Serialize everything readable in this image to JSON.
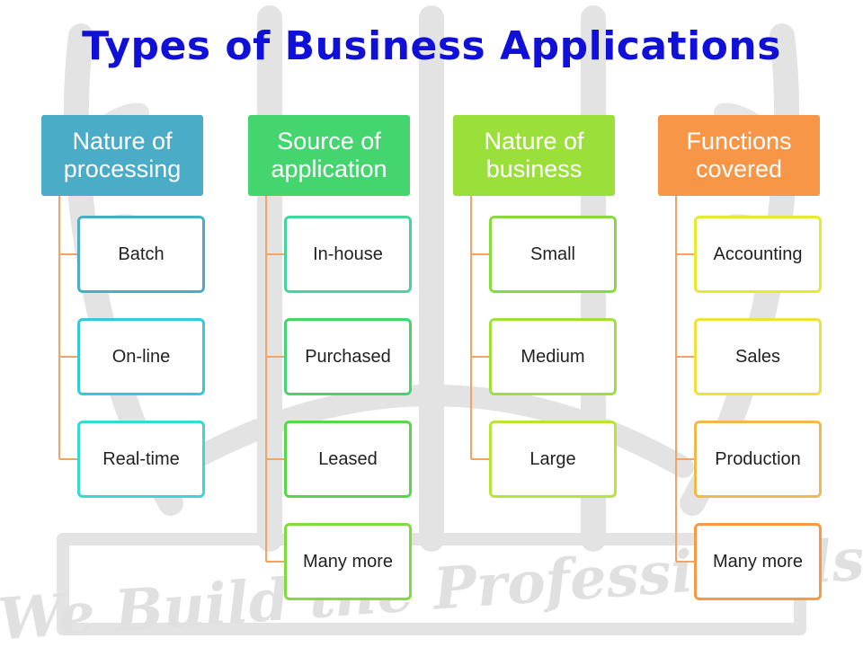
{
  "title": "Types of Business Applications",
  "watermark_text": "We Build the Professionals",
  "groups": [
    {
      "header": "Nature of processing",
      "header_color": "#4aacc6",
      "items": [
        {
          "label": "Batch",
          "color": "#4aacc6"
        },
        {
          "label": "On-line",
          "color": "#38c9d8"
        },
        {
          "label": "Real-time",
          "color": "#3ad8d0"
        }
      ]
    },
    {
      "header": "Source of application",
      "header_color": "#45d56f",
      "items": [
        {
          "label": "In-house",
          "color": "#45d59a"
        },
        {
          "label": "Purchased",
          "color": "#45d570"
        },
        {
          "label": "Leased",
          "color": "#56d84a"
        },
        {
          "label": "Many more",
          "color": "#7fdc3e"
        }
      ]
    },
    {
      "header": "Nature of business",
      "header_color": "#9be03a",
      "items": [
        {
          "label": "Small",
          "color": "#86dc3e"
        },
        {
          "label": "Medium",
          "color": "#9fe03a"
        },
        {
          "label": "Large",
          "color": "#b8e43a"
        }
      ]
    },
    {
      "header": "Functions covered",
      "header_color": "#f79646",
      "items": [
        {
          "label": "Accounting",
          "color": "#e6ea2c"
        },
        {
          "label": "Sales",
          "color": "#f0e03a"
        },
        {
          "label": "Production",
          "color": "#f2b84a"
        },
        {
          "label": "Many more",
          "color": "#f59a46"
        }
      ]
    }
  ]
}
